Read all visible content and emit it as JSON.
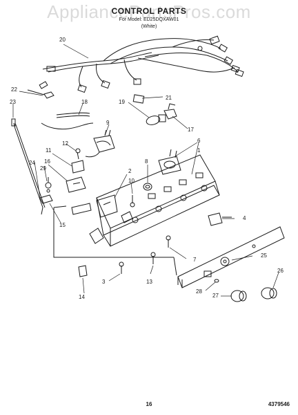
{
  "watermark": "AppliancePartsPros.com",
  "header": {
    "title": "CONTROL PARTS",
    "subtitle": "For Model: ED25DQXAW01",
    "color": "(White)"
  },
  "callouts": [
    "20",
    "22",
    "23",
    "18",
    "21",
    "19",
    "17",
    "9",
    "12",
    "11",
    "16",
    "29",
    "24",
    "15",
    "6",
    "8",
    "1",
    "2",
    "10",
    "4",
    "25",
    "26",
    "27",
    "28",
    "7",
    "3",
    "13",
    "14"
  ],
  "footer": {
    "page_number": "16",
    "part_code": "4379546"
  },
  "colors": {
    "ink": "#1a1a1a",
    "paper": "#ffffff",
    "watermark": "#bdbdbd"
  }
}
